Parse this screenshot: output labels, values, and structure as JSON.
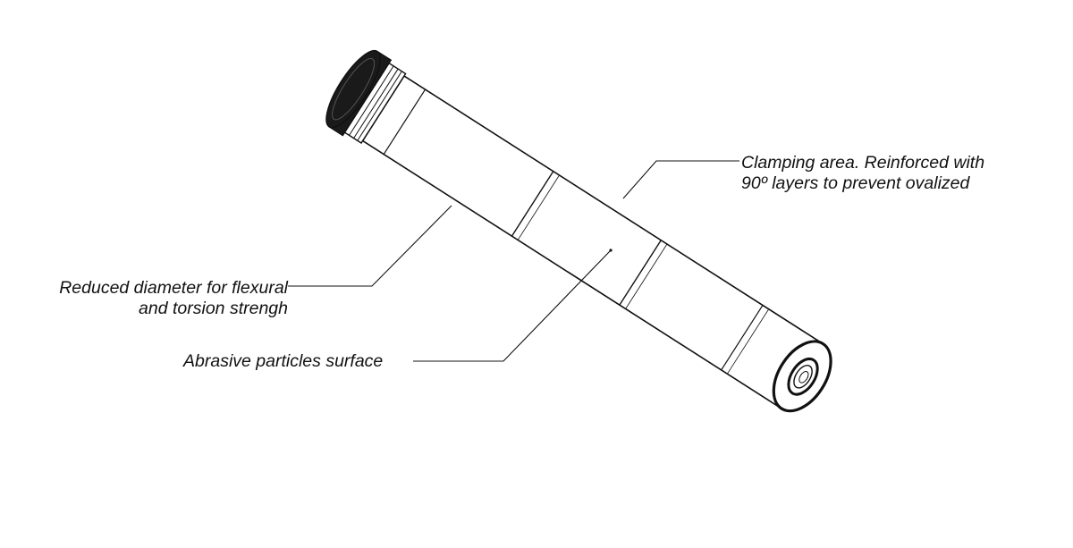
{
  "callouts": {
    "clamping": {
      "line1": "Clamping area. Reinforced with",
      "line2": "90º layers to prevent ovalized"
    },
    "reduced": {
      "line1": "Reduced diameter for flexural",
      "line2": "and torsion strengh"
    },
    "abrasive": {
      "line1": "Abrasive particles surface"
    }
  },
  "colors": {
    "line": "#111111",
    "fill": "#ffffff",
    "dark": "#1a1a1a"
  }
}
